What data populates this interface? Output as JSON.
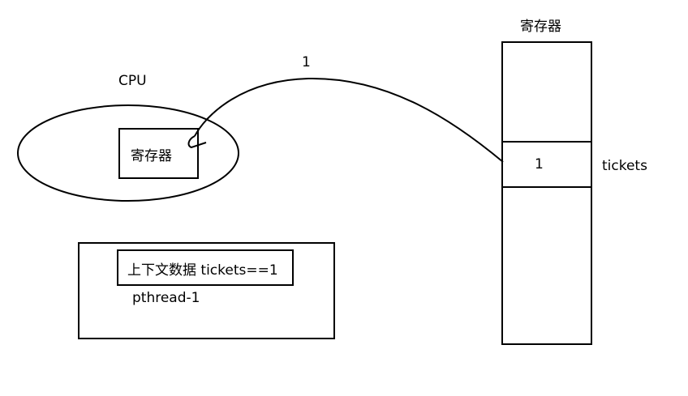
{
  "cpu": {
    "label": "CPU",
    "register_label": "寄存器"
  },
  "memory": {
    "title": "寄存器",
    "cell_value": "1",
    "cell_label": "tickets"
  },
  "arrow": {
    "label": "1"
  },
  "thread": {
    "context_label": "上下文数据 tickets==1",
    "name": "pthread-1"
  },
  "colors": {
    "stroke": "#000000",
    "background": "#ffffff"
  }
}
